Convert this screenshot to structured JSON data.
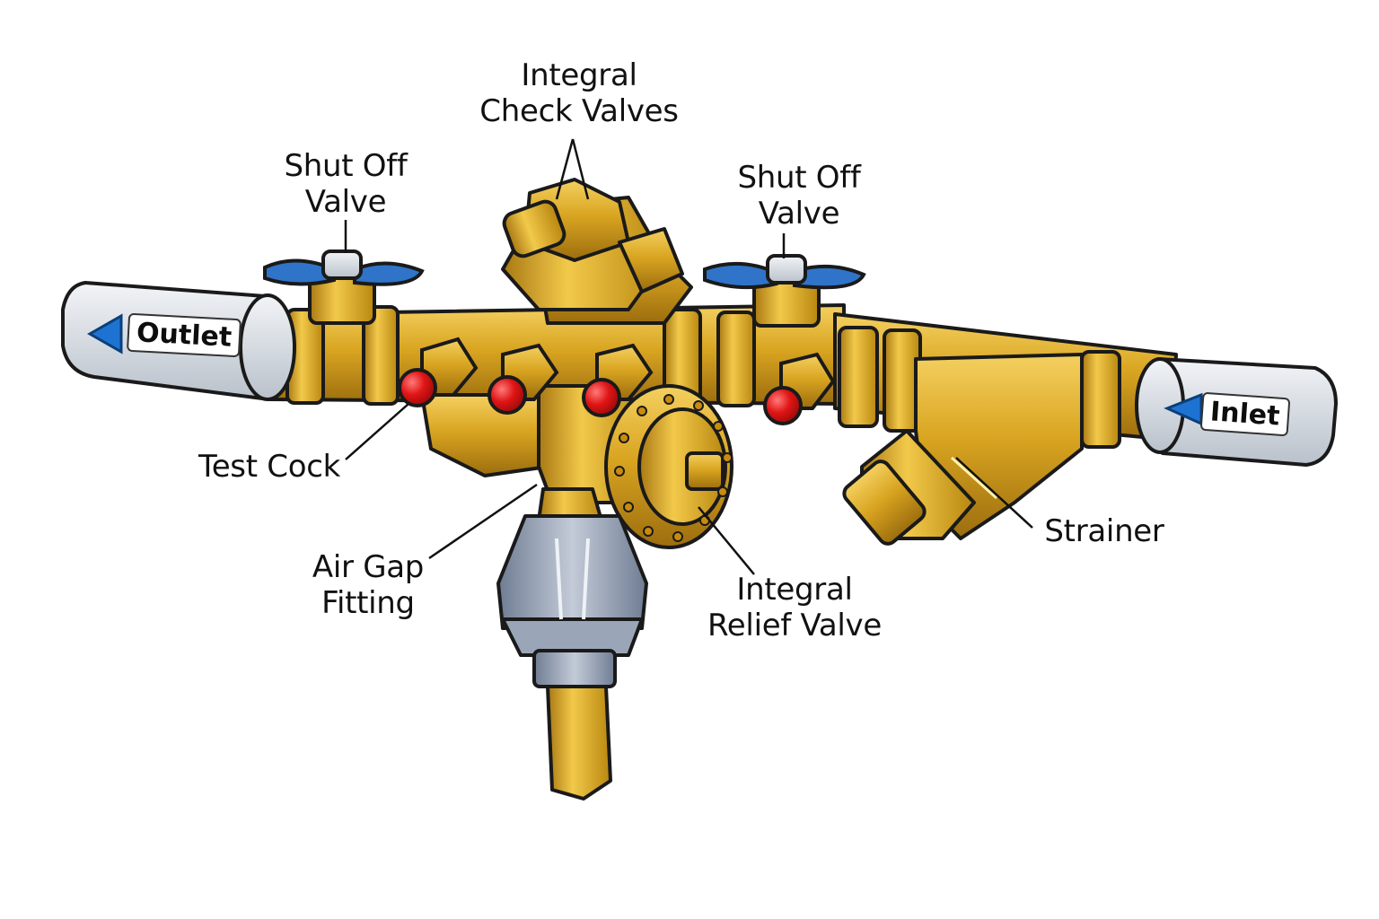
{
  "labels": {
    "check_valves": [
      "Integral",
      "Check Valves"
    ],
    "shutoff_left": [
      "Shut Off",
      "Valve"
    ],
    "shutoff_right": [
      "Shut Off",
      "Valve"
    ],
    "test_cock": "Test Cock",
    "air_gap": [
      "Air Gap",
      "Fitting"
    ],
    "relief_valve": [
      "Integral",
      "Relief Valve"
    ],
    "strainer": "Strainer",
    "outlet": "Outlet",
    "inlet": "Inlet"
  },
  "colors": {
    "brass": "#d9a521",
    "brass_dark": "#a87812",
    "brass_light": "#f2c94a",
    "outline": "#1a1a1a",
    "test_cock_red": "#e01515",
    "handle_blue": "#2f74c8",
    "cap_gray": "#cfd5dc",
    "air_gap_gray": "#8e9aae"
  },
  "icons": {
    "outlet_arrow": "arrow-left-icon",
    "inlet_arrow": "arrow-left-icon"
  }
}
